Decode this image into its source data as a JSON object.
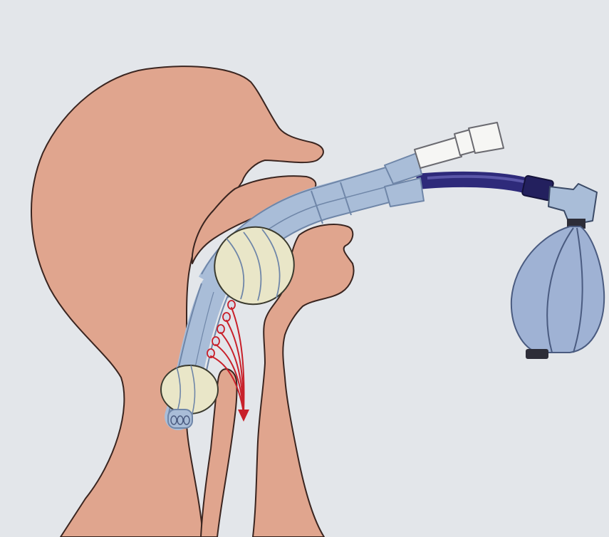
{
  "figure": {
    "subject": "",
    "colors": {
      "background": "#e3e6ea",
      "tissue": "#e0a58e",
      "tissue_outline": "#3a2520",
      "tube": "#a9bdd8",
      "tube_dark": "#6f86a8",
      "cuff": "#e9e6c8",
      "connector": "#f6f6f4",
      "hose": "#2e2a7a",
      "bag": "#9fb2d4",
      "bag_end": "#2d2d38",
      "flow_arrows": "#c8202a"
    },
    "icons": [
      "head-profile",
      "airway-tube",
      "upper-cuff",
      "lower-cuff",
      "flow-arrow",
      "breathing-bag"
    ]
  }
}
